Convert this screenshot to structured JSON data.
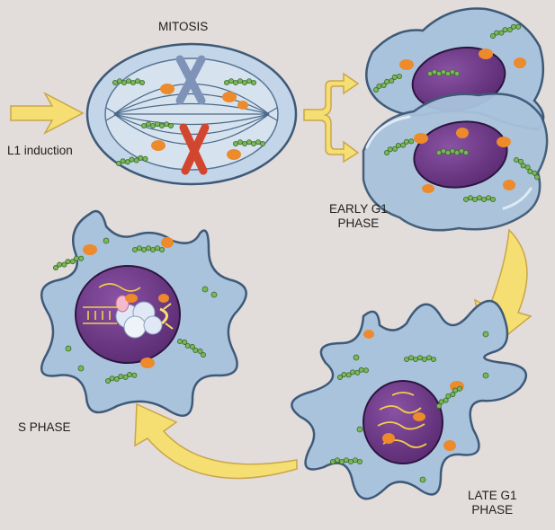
{
  "labels": {
    "induction": "L1 induction",
    "mitosis": "MITOSIS",
    "early_g1_line1": "EARLY G1",
    "early_g1_line2": "PHASE",
    "late_g1_line1": "LATE G1",
    "late_g1_line2": "PHASE",
    "s_phase": "S PHASE"
  },
  "colors": {
    "background": "#e2dcda",
    "arrow_yellow": "#f6df72",
    "arrow_outline": "#c9a64a",
    "cell_body": "#a9c3dd",
    "cell_outline": "#3e5a78",
    "nucleus": "#6e3a88",
    "nucleus_outline": "#2d1540",
    "mitochondria": "#ec8a2c",
    "er_beads": "#7ab75a",
    "chromosome_blue": "#7f93b9",
    "chromosome_red": "#d2462f"
  }
}
